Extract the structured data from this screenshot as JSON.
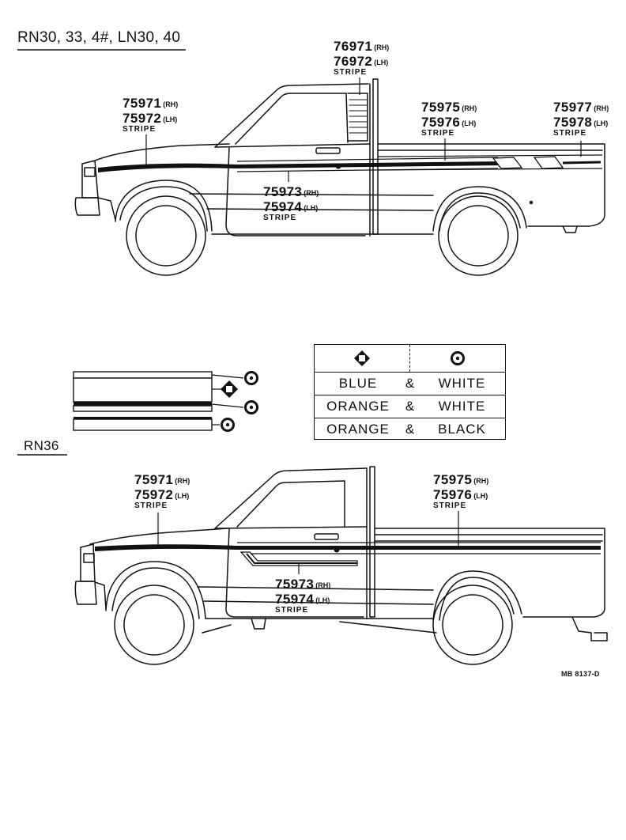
{
  "section_a": {
    "title": "RN30, 33, 4#, LN30, 40",
    "callouts": [
      {
        "rh_part": "76971",
        "rh_side": "(RH)",
        "lh_part": "76972",
        "lh_side": "(LH)",
        "name": "STRIPE"
      },
      {
        "rh_part": "75971",
        "rh_side": "(RH)",
        "lh_part": "75972",
        "lh_side": "(LH)",
        "name": "STRIPE"
      },
      {
        "rh_part": "75975",
        "rh_side": "(RH)",
        "lh_part": "75976",
        "lh_side": "(LH)",
        "name": "STRIPE"
      },
      {
        "rh_part": "75977",
        "rh_side": "(RH)",
        "lh_part": "75978",
        "lh_side": "(LH)",
        "name": "STRIPE"
      },
      {
        "rh_part": "75973",
        "rh_side": "(RH)",
        "lh_part": "75974",
        "lh_side": "(LH)",
        "name": "STRIPE"
      }
    ]
  },
  "stripe_legend": {
    "icons": [
      "ring-icon",
      "diamond-square-icon",
      "ring-icon",
      "ring-icon"
    ]
  },
  "color_table": {
    "header_icons": [
      "diamond-square-icon",
      "ring-icon"
    ],
    "rows": [
      {
        "left": "BLUE",
        "amp": "&",
        "right": "WHITE"
      },
      {
        "left": "ORANGE",
        "amp": "&",
        "right": "WHITE"
      },
      {
        "left": "ORANGE",
        "amp": "&",
        "right": "BLACK"
      }
    ]
  },
  "section_b": {
    "title": "RN36",
    "callouts": [
      {
        "rh_part": "75971",
        "rh_side": "(RH)",
        "lh_part": "75972",
        "lh_side": "(LH)",
        "name": "STRIPE"
      },
      {
        "rh_part": "75975",
        "rh_side": "(RH)",
        "lh_part": "75976",
        "lh_side": "(LH)",
        "name": "STRIPE"
      },
      {
        "rh_part": "75973",
        "rh_side": "(RH)",
        "lh_part": "75974",
        "lh_side": "(LH)",
        "name": "STRIPE"
      }
    ]
  },
  "doc_code": "MB 8137-D",
  "colors": {
    "line": "#111111",
    "background": "#ffffff"
  }
}
